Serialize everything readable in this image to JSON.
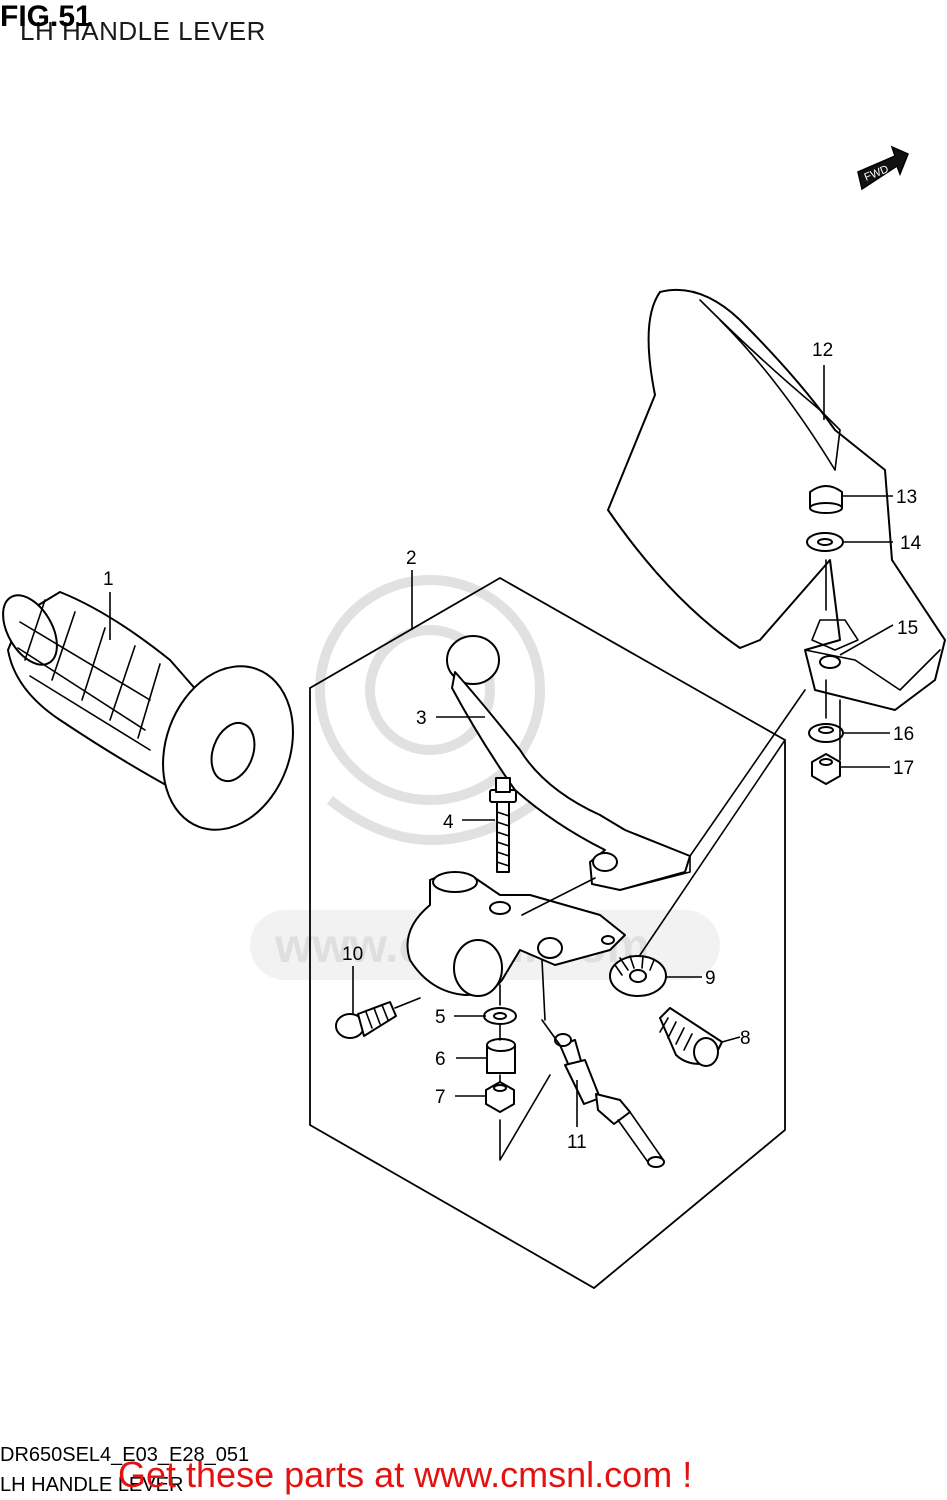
{
  "figure": {
    "number": "FIG.51",
    "title": "LH HANDLE LEVER"
  },
  "callouts": {
    "p1": "1",
    "p2": "2",
    "p3": "3",
    "p4": "4",
    "p5": "5",
    "p6": "6",
    "p7": "7",
    "p8": "8",
    "p9": "9",
    "p10": "10",
    "p11": "11",
    "p12": "12",
    "p13": "13",
    "p14": "14",
    "p15": "15",
    "p16": "16",
    "p17": "17"
  },
  "fwd_label": "FWD",
  "watermark": "www.cmsnl.com",
  "footer": {
    "model_code": "DR650SEL4_E03_E28_051",
    "title": "LH HANDLE LEVER",
    "promo": "Get these parts at www.cmsnl.com !"
  },
  "colors": {
    "promo": "#e31212",
    "linework": "#000000",
    "watermark": "#c9c9c9"
  }
}
